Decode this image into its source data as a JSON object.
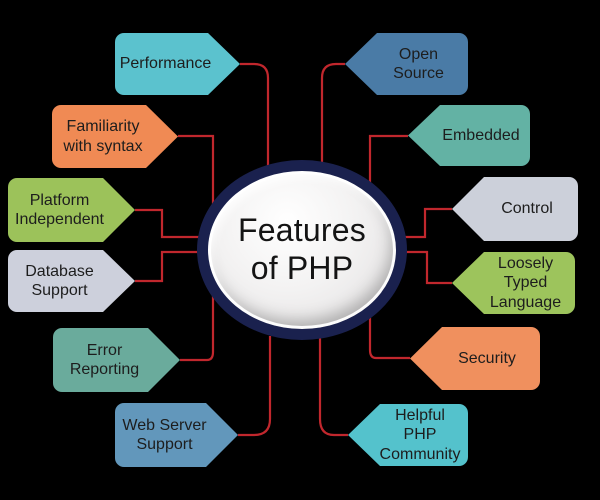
{
  "diagram_title": "Features of PHP",
  "center": {
    "label": "Features of PHP",
    "ring_color": "#1a214e",
    "fill_color": "#eceaeb"
  },
  "connector_color": "#c1272d",
  "features": [
    {
      "label": "Performance",
      "color": "#5bc2ce",
      "side": "left"
    },
    {
      "label": "Familiarity with syntax",
      "color": "#f08a54",
      "side": "left"
    },
    {
      "label": "Platform Independent",
      "color": "#9cc25a",
      "side": "left"
    },
    {
      "label": "Database Support",
      "color": "#cdd0dc",
      "side": "left"
    },
    {
      "label": "Error Reporting",
      "color": "#6aab9c",
      "side": "left"
    },
    {
      "label": "Web Server Support",
      "color": "#6297bb",
      "side": "left"
    },
    {
      "label": "Open Source",
      "color": "#4a7ba6",
      "side": "right"
    },
    {
      "label": "Embedded",
      "color": "#63b2a4",
      "side": "right"
    },
    {
      "label": "Control",
      "color": "#ccd0da",
      "side": "right"
    },
    {
      "label": "Loosely Typed Language",
      "color": "#9dc45c",
      "side": "right"
    },
    {
      "label": "Security",
      "color": "#f0905e",
      "side": "right"
    },
    {
      "label": "Helpful PHP Community",
      "color": "#54c2cc",
      "side": "right"
    }
  ]
}
